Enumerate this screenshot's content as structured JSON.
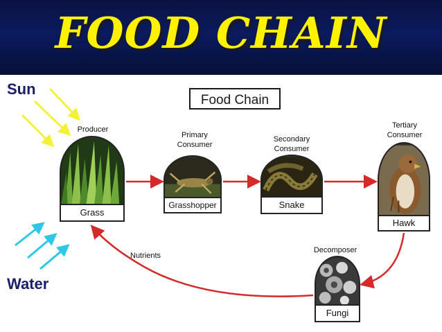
{
  "banner": {
    "title": "FOOD CHAIN"
  },
  "diagram": {
    "boxed_title": "Food Chain",
    "sun_label": "Sun",
    "water_label": "Water",
    "nutrients_label": "Nutrients",
    "stages": [
      {
        "role": "Producer",
        "label": "Grass"
      },
      {
        "role": "Primary Consumer",
        "label": "Grasshopper"
      },
      {
        "role": "Secondary Consumer",
        "label": "Snake"
      },
      {
        "role": "Tertiary Consumer",
        "label": "Hawk"
      },
      {
        "role": "Decomposer",
        "label": "Fungi"
      }
    ]
  },
  "colors": {
    "banner_bg": "#0a1a5e",
    "title_yellow": "#fff200",
    "arrow_red": "#d42a2a",
    "sun_yellow": "#f2f23a",
    "water_cyan": "#2ec8e6",
    "side_label_navy": "#1a1e66"
  }
}
